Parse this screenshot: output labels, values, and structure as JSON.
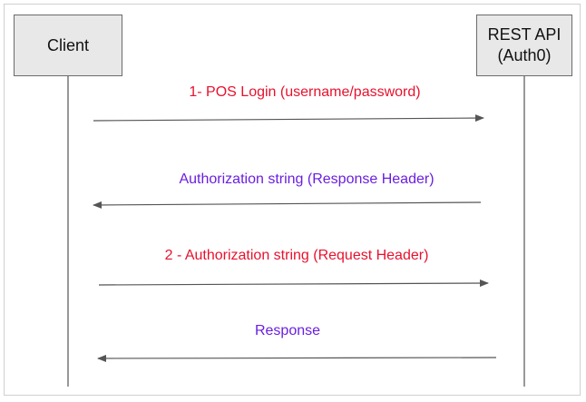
{
  "participants": {
    "client": "Client",
    "api": "REST API\n(Auth0)"
  },
  "messages": [
    {
      "label": "1- POS Login (username/password)",
      "from": "client",
      "to": "api",
      "color": "#e8112d"
    },
    {
      "label": "Authorization string (Response Header)",
      "from": "api",
      "to": "client",
      "color": "#6a1ee0"
    },
    {
      "label": "2 - Authorization string (Request Header)",
      "from": "client",
      "to": "api",
      "color": "#e8112d"
    },
    {
      "label": "Response",
      "from": "api",
      "to": "client",
      "color": "#6a1ee0"
    }
  ],
  "colors": {
    "lines": "#555555",
    "box_fill": "#e8e8e8",
    "box_border": "#6b6b6b"
  }
}
